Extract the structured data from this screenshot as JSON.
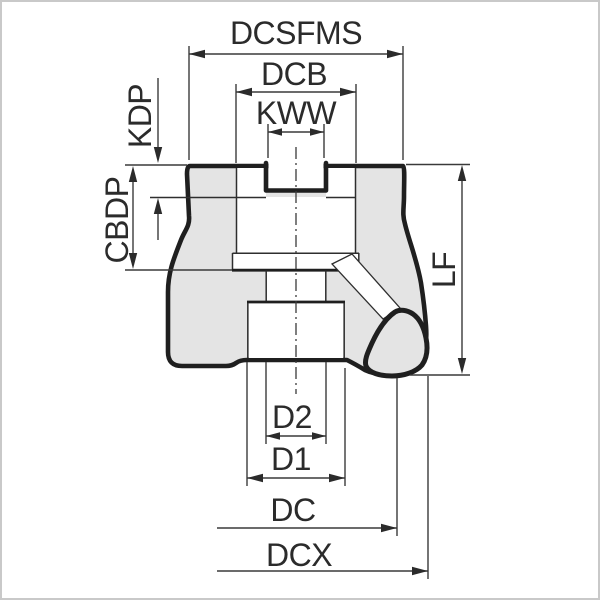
{
  "diagram": {
    "labels": {
      "dcsfms": "DCSFMS",
      "dcb": "DCB",
      "kww": "KWW",
      "kdp": "KDP",
      "cbdp": "CBDP",
      "lf": "LF",
      "d2": "D2",
      "d1": "D1",
      "dc": "DC",
      "dcx": "DCX"
    },
    "colors": {
      "background": "#ffffff",
      "border": "#c9c9c9",
      "body_fill": "#e4e4e4",
      "outline": "#1f1f1f",
      "thin_line": "#2e2e2e",
      "dimension_line": "#3a3a3a",
      "label_text": "#2b2b2b"
    }
  }
}
